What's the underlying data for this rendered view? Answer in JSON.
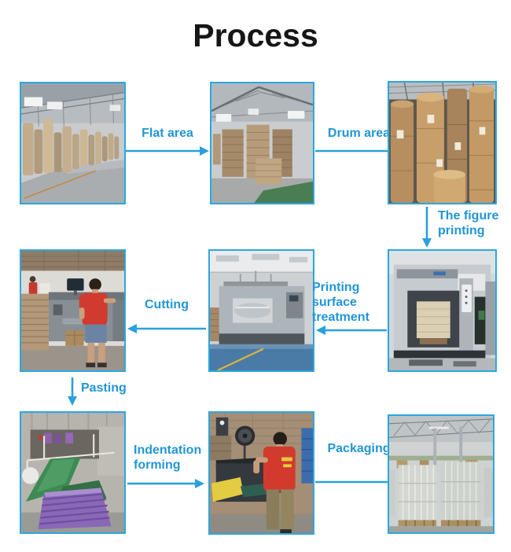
{
  "title": "Process",
  "colors": {
    "accent_blue": "#2aa0dc",
    "label_blue": "#2196d4",
    "photo_border_blue": "#2ba7e0",
    "title_color": "#161616"
  },
  "steps": [
    {
      "photo": "flat-storage-warehouse"
    },
    {
      "photo": "pallet-stack-warehouse"
    },
    {
      "photo": "paper-drum-rolls"
    },
    {
      "photo": "cutting-station"
    },
    {
      "photo": "surface-treatment-machine"
    },
    {
      "photo": "figure-printing-machine"
    },
    {
      "photo": "pasting-machine"
    },
    {
      "photo": "indentation-forming-station"
    },
    {
      "photo": "packaged-pallets-warehouse"
    }
  ],
  "arrows": [
    {
      "label": "Flat area",
      "direction": "right"
    },
    {
      "label": "Drum area",
      "direction": "right"
    },
    {
      "label": "The figure\nprinting",
      "direction": "down"
    },
    {
      "label": "Printing surface\ntreatment",
      "direction": "left"
    },
    {
      "label": "Cutting",
      "direction": "left"
    },
    {
      "label": "Pasting",
      "direction": "down"
    },
    {
      "label": "Indentation\nforming",
      "direction": "right"
    },
    {
      "label": "Packaging",
      "direction": "right"
    }
  ]
}
